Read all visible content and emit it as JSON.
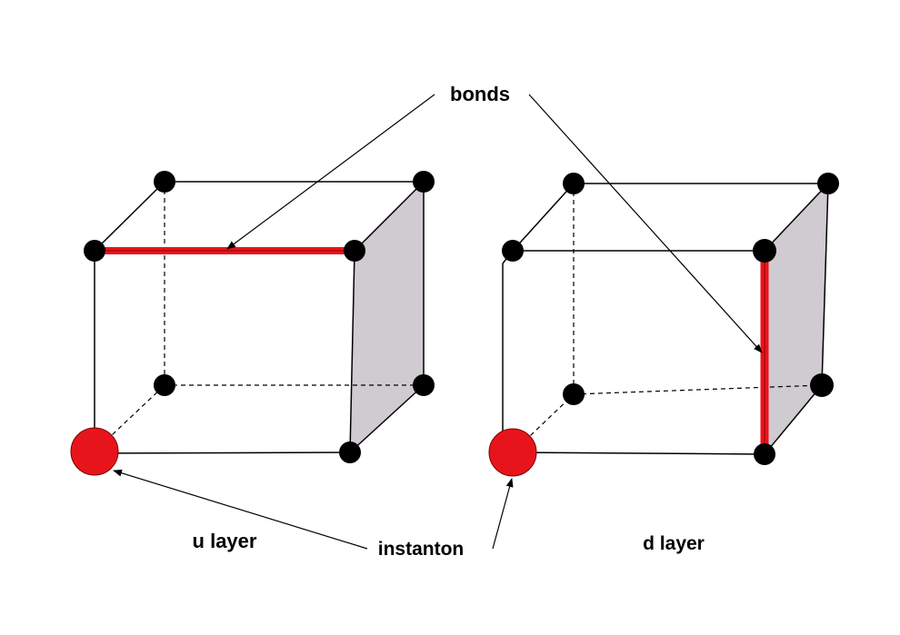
{
  "labels": {
    "bonds": "bonds",
    "instanton": "instanton",
    "u_layer": "u layer",
    "d_layer": "d layer"
  },
  "colors": {
    "bond": "#e8141b",
    "instanton": "#e8141b",
    "vertex": "#000000",
    "shaded_face": "#cfcbd0",
    "background": "#ffffff"
  }
}
